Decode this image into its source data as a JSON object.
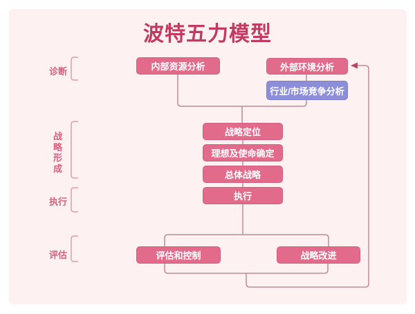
{
  "title": "波特五力模型",
  "stages": {
    "diagnosis": {
      "label": "诊断"
    },
    "strategy_formation": {
      "label": "战略形成"
    },
    "execution": {
      "label": "执行"
    },
    "evaluation": {
      "label": "评估"
    }
  },
  "nodes": {
    "internal_analysis": {
      "label": "内部资源分析",
      "color": "#e26b8b"
    },
    "external_analysis": {
      "label": "外部环境分析",
      "color": "#e26b8b"
    },
    "industry_analysis": {
      "label": "行业/市场竞争分析",
      "color": "#8d8ed9"
    },
    "strategic_positioning": {
      "label": "战略定位",
      "color": "#e26b8b"
    },
    "vision_mission": {
      "label": "理想及使命确定",
      "color": "#e26b8b"
    },
    "overall_strategy": {
      "label": "总体战略",
      "color": "#e26b8b"
    },
    "execute": {
      "label": "执行",
      "color": "#e26b8b"
    },
    "evaluation_control": {
      "label": "评估和控制",
      "color": "#e26b8b"
    },
    "strategy_improvement": {
      "label": "战略改进",
      "color": "#e26b8b"
    }
  },
  "edges": [
    {
      "from": "internal_analysis",
      "to": "strategic_positioning"
    },
    {
      "from": "external_analysis",
      "to": "industry_analysis"
    },
    {
      "from": "industry_analysis",
      "to": "strategic_positioning"
    },
    {
      "from": "strategic_positioning",
      "to": "vision_mission"
    },
    {
      "from": "vision_mission",
      "to": "overall_strategy"
    },
    {
      "from": "overall_strategy",
      "to": "execute"
    },
    {
      "from": "execute",
      "to": "evaluation_control"
    },
    {
      "from": "execute",
      "to": "strategy_improvement"
    },
    {
      "from": "evaluation_control",
      "to": "external_analysis",
      "type": "feedback-arrow"
    },
    {
      "from": "strategy_improvement",
      "to": "external_analysis",
      "type": "feedback-arrow"
    }
  ],
  "colors": {
    "background": "#ffffff",
    "panel": "#fdf1f1",
    "title": "#c23a60",
    "node_pink": "#e26b8b",
    "node_pink_border": "#d15e80",
    "node_purple": "#8d8ed9",
    "node_purple_border": "#7e7fd1",
    "stage_label": "#d9617f",
    "connector": "#bf8b98",
    "bracket": "#e19cae",
    "arrow": "#b5495f",
    "node_text": "#ffffff"
  }
}
